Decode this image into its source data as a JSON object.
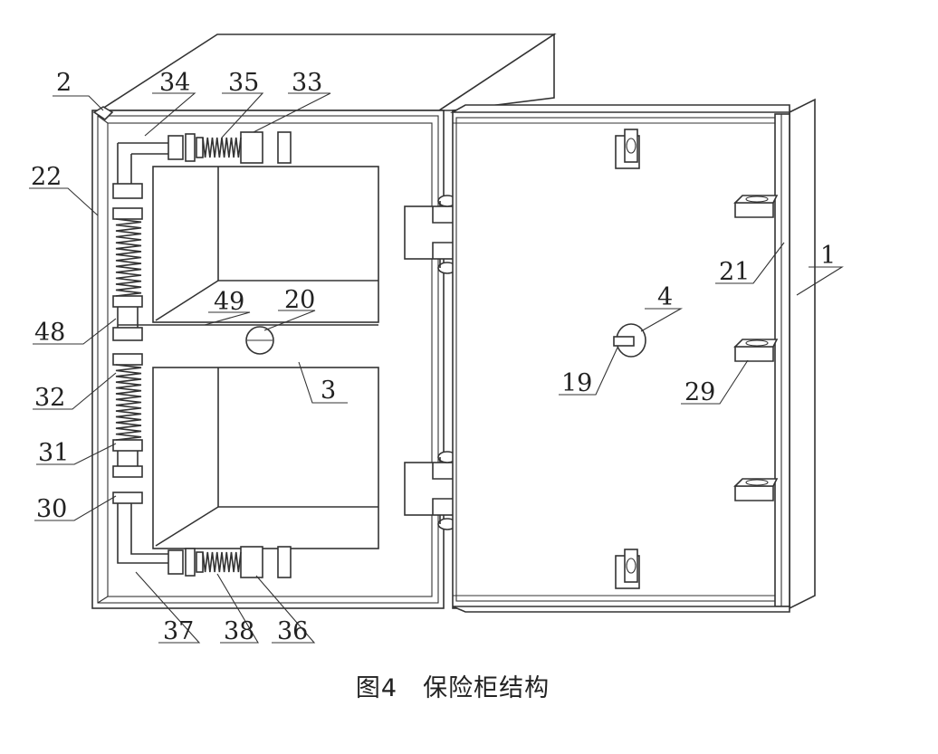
{
  "caption": "图4　保险柜结构",
  "labels": {
    "l1": "1",
    "l2": "2",
    "l3": "3",
    "l4": "4",
    "l19": "19",
    "l20": "20",
    "l21": "21",
    "l22": "22",
    "l29": "29",
    "l30": "30",
    "l31": "31",
    "l32": "32",
    "l33": "33",
    "l34": "34",
    "l35": "35",
    "l36": "36",
    "l37": "37",
    "l38": "38",
    "l48": "48",
    "l49": "49"
  }
}
